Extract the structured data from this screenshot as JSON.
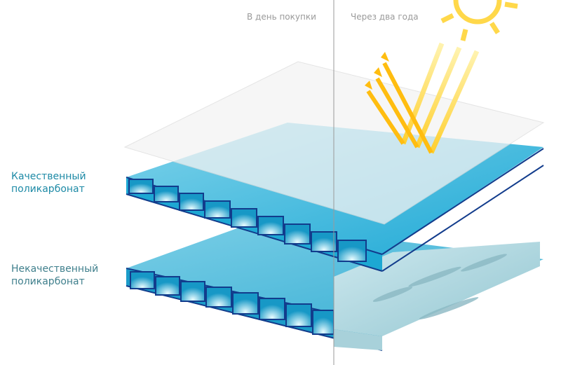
{
  "header": {
    "left_label": "В день покупки",
    "right_label": "Через два года"
  },
  "labels": {
    "quality": {
      "line1": "Качественный",
      "line2": "поликарбонат"
    },
    "poor": {
      "line1": "Некачественный",
      "line2": "поликарбонат"
    }
  },
  "colors": {
    "quality_label": "#1d8aa6",
    "poor_label": "#3f7f8c",
    "sheet_blue": "#29b6dc",
    "sheet_edge": "#123c8c",
    "degraded": "#a9d4dc",
    "sun": "#ffd23f",
    "divider": "#9a9a9a"
  },
  "icons": {
    "sun": "sun-icon",
    "reflected_rays": "arrow-up-icon"
  }
}
